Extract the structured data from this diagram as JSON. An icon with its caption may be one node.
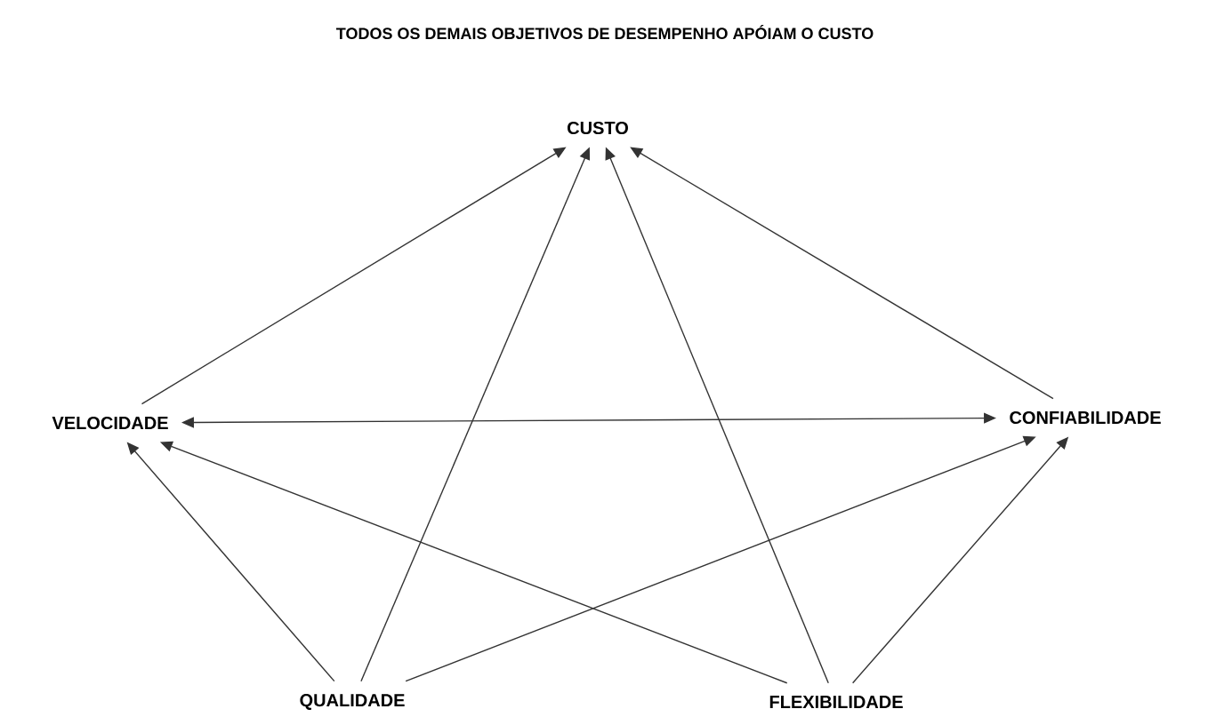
{
  "diagram": {
    "title": "TODOS OS DEMAIS OBJETIVOS DE DESEMPENHO APÓIAM O CUSTO",
    "nodes": [
      {
        "text": [
          "CUSTO"
        ]
      },
      {
        "text": [
          "VELOCIDADE"
        ]
      },
      {
        "text": [
          "CONFIABILIDADE"
        ]
      },
      {
        "text": [
          "QUALIDADE"
        ]
      },
      {
        "text": [
          "FLEXIBILIDADE"
        ]
      }
    ],
    "edges": [
      {
        "from": 1,
        "to": 0,
        "arrow": "to"
      },
      {
        "from": 3,
        "to": 0,
        "arrow": "to"
      },
      {
        "from": 4,
        "to": 0,
        "arrow": "to"
      },
      {
        "from": 2,
        "to": 0,
        "arrow": "to"
      },
      {
        "from": 1,
        "to": 2,
        "arrow": "both"
      },
      {
        "from": 3,
        "to": 1,
        "arrow": "to"
      },
      {
        "from": 4,
        "to": 1,
        "arrow": "to"
      },
      {
        "from": 3,
        "to": 2,
        "arrow": "to"
      },
      {
        "from": 4,
        "to": 2,
        "arrow": "to"
      }
    ]
  }
}
